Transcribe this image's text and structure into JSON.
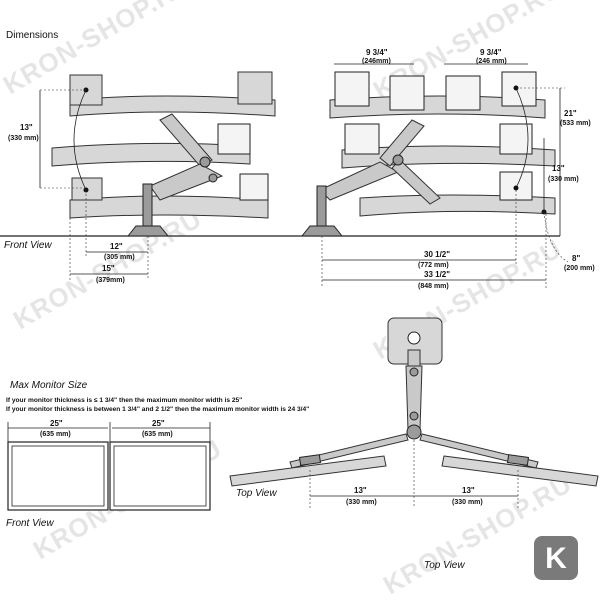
{
  "titles": {
    "dimensions": "Dimensions",
    "front_view": "Front View",
    "max_monitor_size": "Max Monitor Size",
    "top_view": "Top View",
    "front_view_2": "Front View",
    "top_view_2": "Top View"
  },
  "notes": {
    "line1": "If your monitor thickness is ≤ 1 3/4\" then the maximum monitor width is 25\"",
    "line2": "If your monitor thickness is between 1 3/4\" and 2 1/2\" then the maximum monitor width is 24 3/4\""
  },
  "dims": {
    "left_13_in": "13\"",
    "left_13_mm": "(330 mm)",
    "left_12_in": "12\"",
    "left_12_mm": "(305 mm)",
    "left_15_in": "15\"",
    "left_15_mm": "(379mm)",
    "top_a_in": "9 3/4\"",
    "top_a_mm": "(246mm)",
    "top_b_in": "9 3/4\"",
    "top_b_mm": "(246 mm)",
    "r21_in": "21\"",
    "r21_mm": "(533 mm)",
    "r13_in": "13\"",
    "r13_mm": "(330 mm)",
    "r8_in": "8\"",
    "r8_mm": "(200 mm)",
    "w30_in": "30 1/2\"",
    "w30_mm": "(772 mm)",
    "w33_in": "33 1/2\"",
    "w33_mm": "(848 mm)",
    "m25a_in": "25\"",
    "m25a_mm": "(635 mm)",
    "m25b_in": "25\"",
    "m25b_mm": "(635 mm)",
    "t13a_in": "13\"",
    "t13a_mm": "(330 mm)",
    "t13b_in": "13\"",
    "t13b_mm": "(330 mm)"
  },
  "watermark": "KRON-SHOP.RU",
  "badge": "K",
  "colors": {
    "badge_bg": "#7a7a7a",
    "line": "#222222",
    "arm": "#c9c9c9"
  }
}
